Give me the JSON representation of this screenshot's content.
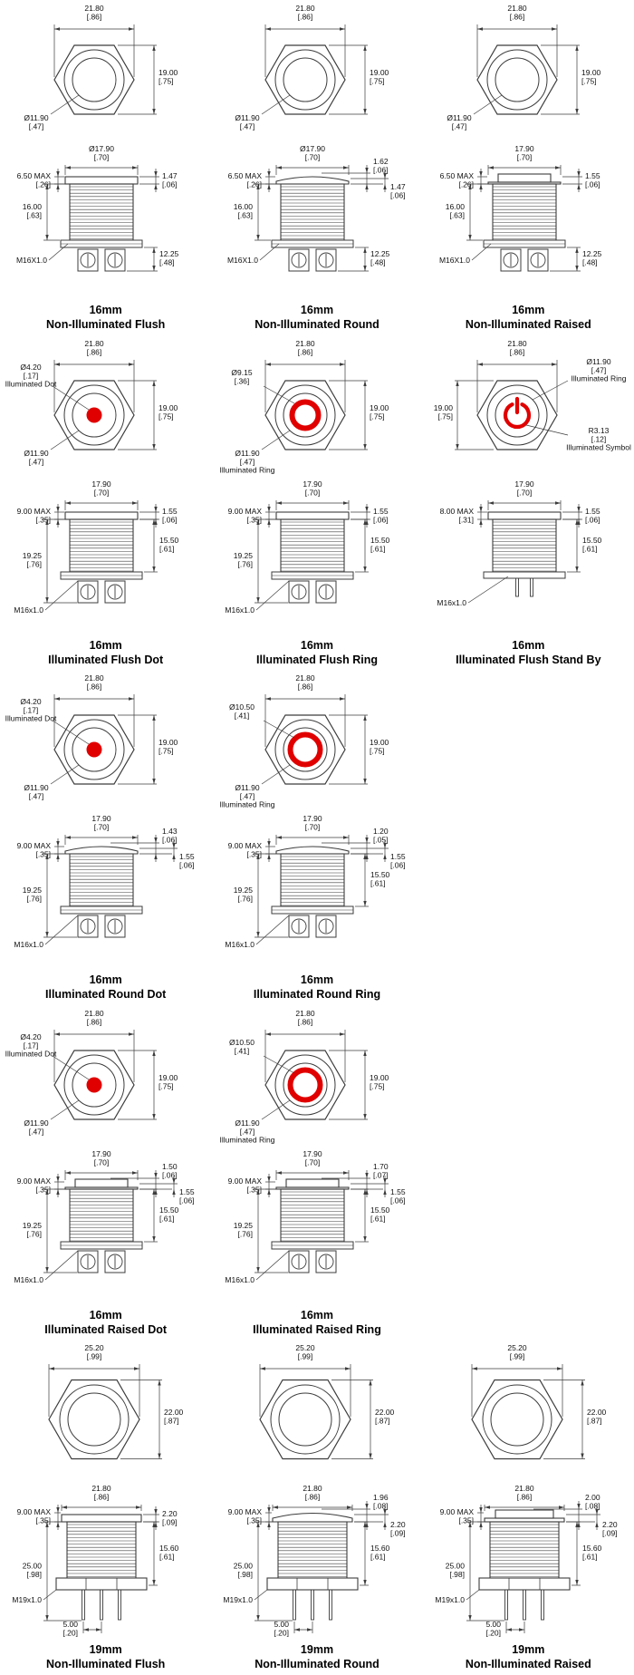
{
  "sheet": {
    "background": "#ffffff",
    "line_color": "#3c3c3c",
    "text_color": "#111111",
    "illuminated_color": "#e10000"
  },
  "groups": [
    {
      "cells": [
        {
          "caption": {
            "size": "16mm",
            "type": "Non-Illuminated Flush"
          },
          "top_view": {
            "layout": "plain",
            "dims": {
              "width": [
                "21.80",
                "[.86]"
              ],
              "height": [
                "19.00",
                "[.75]"
              ],
              "button": [
                "Ø11.90",
                "[.47]"
              ]
            }
          },
          "side_view": {
            "layout": "n16",
            "cap": "flush",
            "dims": {
              "cap_d": [
                "Ø17.90",
                "[.70]"
              ],
              "cap_h": [
                [
                  "1.47",
                  "[.06]"
                ]
              ],
              "above": [
                "6.50 MAX",
                "[.26]"
              ],
              "left_len": [
                "16.00",
                "[.63]"
              ],
              "right_len": [
                "12.25",
                "[.48]"
              ],
              "thread": "M16X1.0"
            }
          }
        },
        {
          "caption": {
            "size": "16mm",
            "type": "Non-Illuminated Round"
          },
          "top_view": {
            "layout": "plain",
            "dims": {
              "width": [
                "21.80",
                "[.86]"
              ],
              "height": [
                "19.00",
                "[.75]"
              ],
              "button": [
                "Ø11.90",
                "[.47]"
              ]
            }
          },
          "side_view": {
            "layout": "n16",
            "cap": "round",
            "dims": {
              "cap_d": [
                "Ø17.90",
                "[.70]"
              ],
              "cap_h": [
                [
                  "1.62",
                  "[.06]"
                ],
                [
                  "1.47",
                  "[.06]"
                ]
              ],
              "above": [
                "6.50 MAX",
                "[.26]"
              ],
              "left_len": [
                "16.00",
                "[.63]"
              ],
              "right_len": [
                "12.25",
                "[.48]"
              ],
              "thread": "M16X1.0"
            }
          }
        },
        {
          "caption": {
            "size": "16mm",
            "type": "Non-Illuminated Raised"
          },
          "top_view": {
            "layout": "plain",
            "dims": {
              "width": [
                "21.80",
                "[.86]"
              ],
              "height": [
                "19.00",
                "[.75]"
              ],
              "button": [
                "Ø11.90",
                "[.47]"
              ]
            }
          },
          "side_view": {
            "layout": "n16",
            "cap": "raised",
            "dims": {
              "cap_d": [
                "17.90",
                "[.70]"
              ],
              "cap_h": [
                [
                  "1.55",
                  "[.06]"
                ]
              ],
              "above": [
                "6.50 MAX",
                "[.26]"
              ],
              "left_len": [
                "16.00",
                "[.63]"
              ],
              "right_len": [
                "12.25",
                "[.48]"
              ],
              "thread": "M16X1.0"
            }
          }
        }
      ]
    },
    {
      "cells": [
        {
          "caption": {
            "size": "16mm",
            "type": "Illuminated Flush Dot"
          },
          "top_view": {
            "layout": "dot",
            "dims": {
              "width": [
                "21.80",
                "[.86]"
              ],
              "height": [
                "19.00",
                "[.75]"
              ],
              "illum": [
                "Ø4.20",
                "[.17]",
                "Illuminated Dot"
              ],
              "button": [
                "Ø11.90",
                "[.47]"
              ]
            }
          },
          "side_view": {
            "layout": "i16",
            "cap": "flush",
            "dims": {
              "cap_d": [
                "17.90",
                "[.70]"
              ],
              "cap_h": [
                [
                  "1.55",
                  "[.06]"
                ]
              ],
              "above": [
                "9.00 MAX",
                "[.35]"
              ],
              "left_len": [
                "19.25",
                "[.76]"
              ],
              "right_len": [
                "15.50",
                "[.61]"
              ],
              "thread": "M16x1.0"
            }
          }
        },
        {
          "caption": {
            "size": "16mm",
            "type": "Illuminated Flush Ring"
          },
          "top_view": {
            "layout": "ring",
            "dims": {
              "width": [
                "21.80",
                "[.86]"
              ],
              "height": [
                "19.00",
                "[.75]"
              ],
              "illum": [
                "Ø9.15",
                "[.36]"
              ],
              "button": [
                "Ø11.90",
                "[.47]",
                "Illuminated Ring"
              ]
            }
          },
          "side_view": {
            "layout": "i16",
            "cap": "flush",
            "dims": {
              "cap_d": [
                "17.90",
                "[.70]"
              ],
              "cap_h": [
                [
                  "1.55",
                  "[.06]"
                ]
              ],
              "above": [
                "9.00 MAX",
                "[.35]"
              ],
              "left_len": [
                "19.25",
                "[.76]"
              ],
              "right_len": [
                "15.50",
                "[.61]"
              ],
              "thread": "M16x1.0"
            }
          }
        },
        {
          "caption": {
            "size": "16mm",
            "type": "Illuminated Flush Stand By"
          },
          "top_view": {
            "layout": "standby",
            "dims": {
              "width": [
                "21.80",
                "[.86]"
              ],
              "height": [
                "19.00",
                "[.75]"
              ],
              "ring_right": [
                "Ø11.90",
                "[.47]",
                "Illuminated Ring"
              ],
              "symbol": [
                "R3.13",
                "[.12]",
                "Illuminated Symbol"
              ]
            }
          },
          "side_view": {
            "layout": "i16p",
            "cap": "flush",
            "dims": {
              "cap_d": [
                "17.90",
                "[.70]"
              ],
              "cap_h": [
                [
                  "1.55",
                  "[.06]"
                ]
              ],
              "above": [
                "8.00 MAX",
                "[.31]"
              ],
              "right_len": [
                "15.50",
                "[.61]"
              ],
              "thread": "M16x1.0"
            }
          }
        }
      ]
    },
    {
      "cells": [
        {
          "caption": {
            "size": "16mm",
            "type": "Illuminated Round Dot"
          },
          "top_view": {
            "layout": "dot",
            "dims": {
              "width": [
                "21.80",
                "[.86]"
              ],
              "height": [
                "19.00",
                "[.75]"
              ],
              "illum": [
                "Ø4.20",
                "[.17]",
                "Illuminated Dot"
              ],
              "button": [
                "Ø11.90",
                "[.47]"
              ]
            }
          },
          "side_view": {
            "layout": "i16",
            "cap": "round",
            "dims": {
              "cap_d": [
                "17.90",
                "[.70]"
              ],
              "cap_h": [
                [
                  "1.43",
                  "[.06]"
                ],
                [
                  "1.55",
                  "[.06]"
                ]
              ],
              "above": [
                "9.00 MAX",
                "[.35]"
              ],
              "left_len": [
                "19.25",
                "[.76]"
              ],
              "thread": "M16x1.0"
            }
          }
        },
        {
          "caption": {
            "size": "16mm",
            "type": "Illuminated Round Ring"
          },
          "top_view": {
            "layout": "ring",
            "dims": {
              "width": [
                "21.80",
                "[.86]"
              ],
              "height": [
                "19.00",
                "[.75]"
              ],
              "illum": [
                "Ø10.50",
                "[.41]"
              ],
              "button": [
                "Ø11.90",
                "[.47]",
                "Illuminated Ring"
              ]
            }
          },
          "side_view": {
            "layout": "i16",
            "cap": "round",
            "dims": {
              "cap_d": [
                "17.90",
                "[.70]"
              ],
              "cap_h": [
                [
                  "1.20",
                  "[.05]"
                ],
                [
                  "1.55",
                  "[.06]"
                ]
              ],
              "above": [
                "9.00 MAX",
                "[.35]"
              ],
              "left_len": [
                "19.25",
                "[.76]"
              ],
              "right_len": [
                "15.50",
                "[.61]"
              ],
              "thread": "M16x1.0"
            }
          }
        }
      ]
    },
    {
      "cells": [
        {
          "caption": {
            "size": "16mm",
            "type": "Illuminated Raised Dot"
          },
          "top_view": {
            "layout": "dot",
            "dims": {
              "width": [
                "21.80",
                "[.86]"
              ],
              "height": [
                "19.00",
                "[.75]"
              ],
              "illum": [
                "Ø4.20",
                "[.17]",
                "Illuminated Dot"
              ],
              "button": [
                "Ø11.90",
                "[.47]"
              ]
            }
          },
          "side_view": {
            "layout": "i16",
            "cap": "raised",
            "dims": {
              "cap_d": [
                "17.90",
                "[.70]"
              ],
              "cap_h": [
                [
                  "1.50",
                  "[.06]"
                ],
                [
                  "1.55",
                  "[.06]"
                ]
              ],
              "above": [
                "9.00 MAX",
                "[.35]"
              ],
              "left_len": [
                "19.25",
                "[.76]"
              ],
              "right_len": [
                "15.50",
                "[.61]"
              ],
              "thread": "M16x1.0"
            }
          }
        },
        {
          "caption": {
            "size": "16mm",
            "type": "Illuminated Raised Ring"
          },
          "top_view": {
            "layout": "ring",
            "dims": {
              "width": [
                "21.80",
                "[.86]"
              ],
              "height": [
                "19.00",
                "[.75]"
              ],
              "illum": [
                "Ø10.50",
                "[.41]"
              ],
              "button": [
                "Ø11.90",
                "[.47]",
                "Illuminated Ring"
              ]
            }
          },
          "side_view": {
            "layout": "i16",
            "cap": "raised",
            "dims": {
              "cap_d": [
                "17.90",
                "[.70]"
              ],
              "cap_h": [
                [
                  "1.70",
                  "[.07]"
                ],
                [
                  "1.55",
                  "[.06]"
                ]
              ],
              "above": [
                "9.00 MAX",
                "[.35]"
              ],
              "left_len": [
                "19.25",
                "[.76]"
              ],
              "right_len": [
                "15.50",
                "[.61]"
              ],
              "thread": "M16x1.0"
            }
          }
        }
      ]
    },
    {
      "cells": [
        {
          "caption": {
            "size": "19mm",
            "type": "Non-Illuminated Flush"
          },
          "top_view": {
            "layout": "plain19",
            "dims": {
              "width": [
                "25.20",
                "[.99]"
              ],
              "height": [
                "22.00",
                "[.87]"
              ]
            }
          },
          "side_view": {
            "layout": "m19",
            "cap": "flush",
            "dims": {
              "cap_d": [
                "21.80",
                "[.86]"
              ],
              "cap_h": [
                [
                  "2.20",
                  "[.09]"
                ]
              ],
              "above": [
                "9.00 MAX",
                "[.35]"
              ],
              "left_len": [
                "25.00",
                "[.98]"
              ],
              "right_len": [
                "15.60",
                "[.61]"
              ],
              "thread": "M19x1.0",
              "pin_spacing": [
                "5.00",
                "[.20]"
              ]
            }
          }
        },
        {
          "caption": {
            "size": "19mm",
            "type": "Non-Illuminated Round"
          },
          "top_view": {
            "layout": "plain19",
            "dims": {
              "width": [
                "25.20",
                "[.99]"
              ],
              "height": [
                "22.00",
                "[.87]"
              ]
            }
          },
          "side_view": {
            "layout": "m19",
            "cap": "round",
            "dims": {
              "cap_d": [
                "21.80",
                "[.86]"
              ],
              "cap_h": [
                [
                  "1.96",
                  "[.08]"
                ],
                [
                  "2.20",
                  "[.09]"
                ]
              ],
              "above": [
                "9.00 MAX",
                "[.35]"
              ],
              "left_len": [
                "25.00",
                "[.98]"
              ],
              "right_len": [
                "15.60",
                "[.61]"
              ],
              "thread": "M19x1.0",
              "pin_spacing": [
                "5.00",
                "[.20]"
              ]
            }
          }
        },
        {
          "caption": {
            "size": "19mm",
            "type": "Non-Illuminated Raised"
          },
          "top_view": {
            "layout": "plain19",
            "dims": {
              "width": [
                "25.20",
                "[.99]"
              ],
              "height": [
                "22.00",
                "[.87]"
              ]
            }
          },
          "side_view": {
            "layout": "m19",
            "cap": "raised",
            "dims": {
              "cap_d": [
                "21.80",
                "[.86]"
              ],
              "cap_h": [
                [
                  "2.00",
                  "[.08]"
                ],
                [
                  "2.20",
                  "[.09]"
                ]
              ],
              "above": [
                "9.00 MAX",
                "[.35]"
              ],
              "left_len": [
                "25.00",
                "[.98]"
              ],
              "right_len": [
                "15.60",
                "[.61]"
              ],
              "thread": "M19x1.0",
              "pin_spacing": [
                "5.00",
                "[.20]"
              ]
            }
          }
        }
      ]
    }
  ]
}
